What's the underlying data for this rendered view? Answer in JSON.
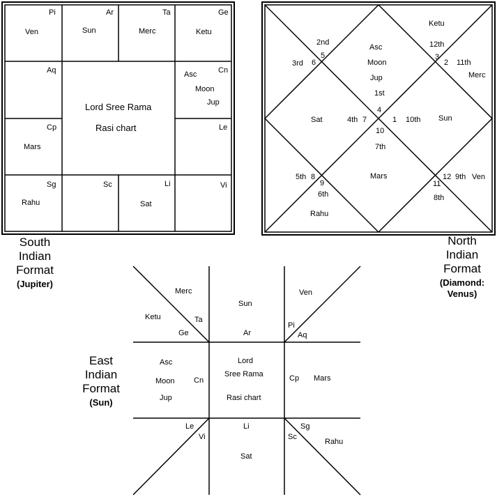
{
  "south": {
    "cells": {
      "pi": {
        "sign": "Pi",
        "planets": [
          "Ven"
        ]
      },
      "ar": {
        "sign": "Ar",
        "planets": [
          "Sun"
        ]
      },
      "ta": {
        "sign": "Ta",
        "planets": [
          "Merc"
        ]
      },
      "ge": {
        "sign": "Ge",
        "planets": [
          "Ketu"
        ]
      },
      "aq": {
        "sign": "Aq",
        "planets": []
      },
      "cn": {
        "sign": "Cn",
        "planets": [
          "Asc",
          "Moon",
          "Jup"
        ]
      },
      "cp": {
        "sign": "Cp",
        "planets": [
          "Mars"
        ]
      },
      "le": {
        "sign": "Le",
        "planets": []
      },
      "sg": {
        "sign": "Sg",
        "planets": [
          "Rahu"
        ]
      },
      "sc": {
        "sign": "Sc",
        "planets": []
      },
      "li": {
        "sign": "Li",
        "planets": [
          "Sat"
        ]
      },
      "vi": {
        "sign": "Vi",
        "planets": []
      }
    },
    "center_title": "Lord Sree Rama",
    "center_subtitle": "Rasi chart",
    "caption": [
      "South",
      "Indian",
      "Format"
    ],
    "caption_sub": "(Jupiter)"
  },
  "north": {
    "house_numbers": [
      "1",
      "2",
      "3",
      "4",
      "5",
      "6",
      "7",
      "8",
      "9",
      "10",
      "11",
      "12"
    ],
    "house_labels": [
      "1st",
      "2nd",
      "3rd",
      "4th",
      "5th",
      "6th",
      "7th",
      "8th",
      "9th",
      "10th",
      "11th",
      "12th"
    ],
    "planets": {
      "top": [
        "Asc",
        "Moon",
        "Jup"
      ],
      "right_top": [
        "Ketu"
      ],
      "right_mid": [
        "Merc"
      ],
      "left_mid": [
        "Sat"
      ],
      "right": [
        "Sun"
      ],
      "bottom": [
        "Mars"
      ],
      "right_bottom": [
        "Ven"
      ],
      "left_bottom": [
        "Rahu"
      ]
    },
    "caption": [
      "North",
      "Indian",
      "Format"
    ],
    "caption_sub": [
      "(Diamond:",
      "Venus)"
    ]
  },
  "east": {
    "top_right_signs": [
      "Pi",
      "Aq"
    ],
    "top_left_signs": [
      "Ta",
      "Ge"
    ],
    "bottom_left_signs": [
      "Le",
      "Vi"
    ],
    "bottom_right_signs": [
      "Sg",
      "Sc"
    ],
    "top_center_sign": "Ar",
    "mid_left_sign": "Cn",
    "mid_right_sign": "Cp",
    "bottom_center_sign": "Li",
    "planets": {
      "top_left_upper": [
        "Merc"
      ],
      "top_left_lower": [
        "Ketu"
      ],
      "top_center": [
        "Sun"
      ],
      "top_right": [
        "Ven"
      ],
      "mid_left": [
        "Asc",
        "Moon",
        "Jup"
      ],
      "mid_right": [
        "Mars"
      ],
      "bottom_center": [
        "Sat"
      ],
      "bottom_right": [
        "Rahu"
      ]
    },
    "center_lines": [
      "Lord",
      "Sree Rama",
      "Rasi chart"
    ],
    "caption": [
      "East",
      "Indian",
      "Format"
    ],
    "caption_sub": "(Sun)"
  }
}
